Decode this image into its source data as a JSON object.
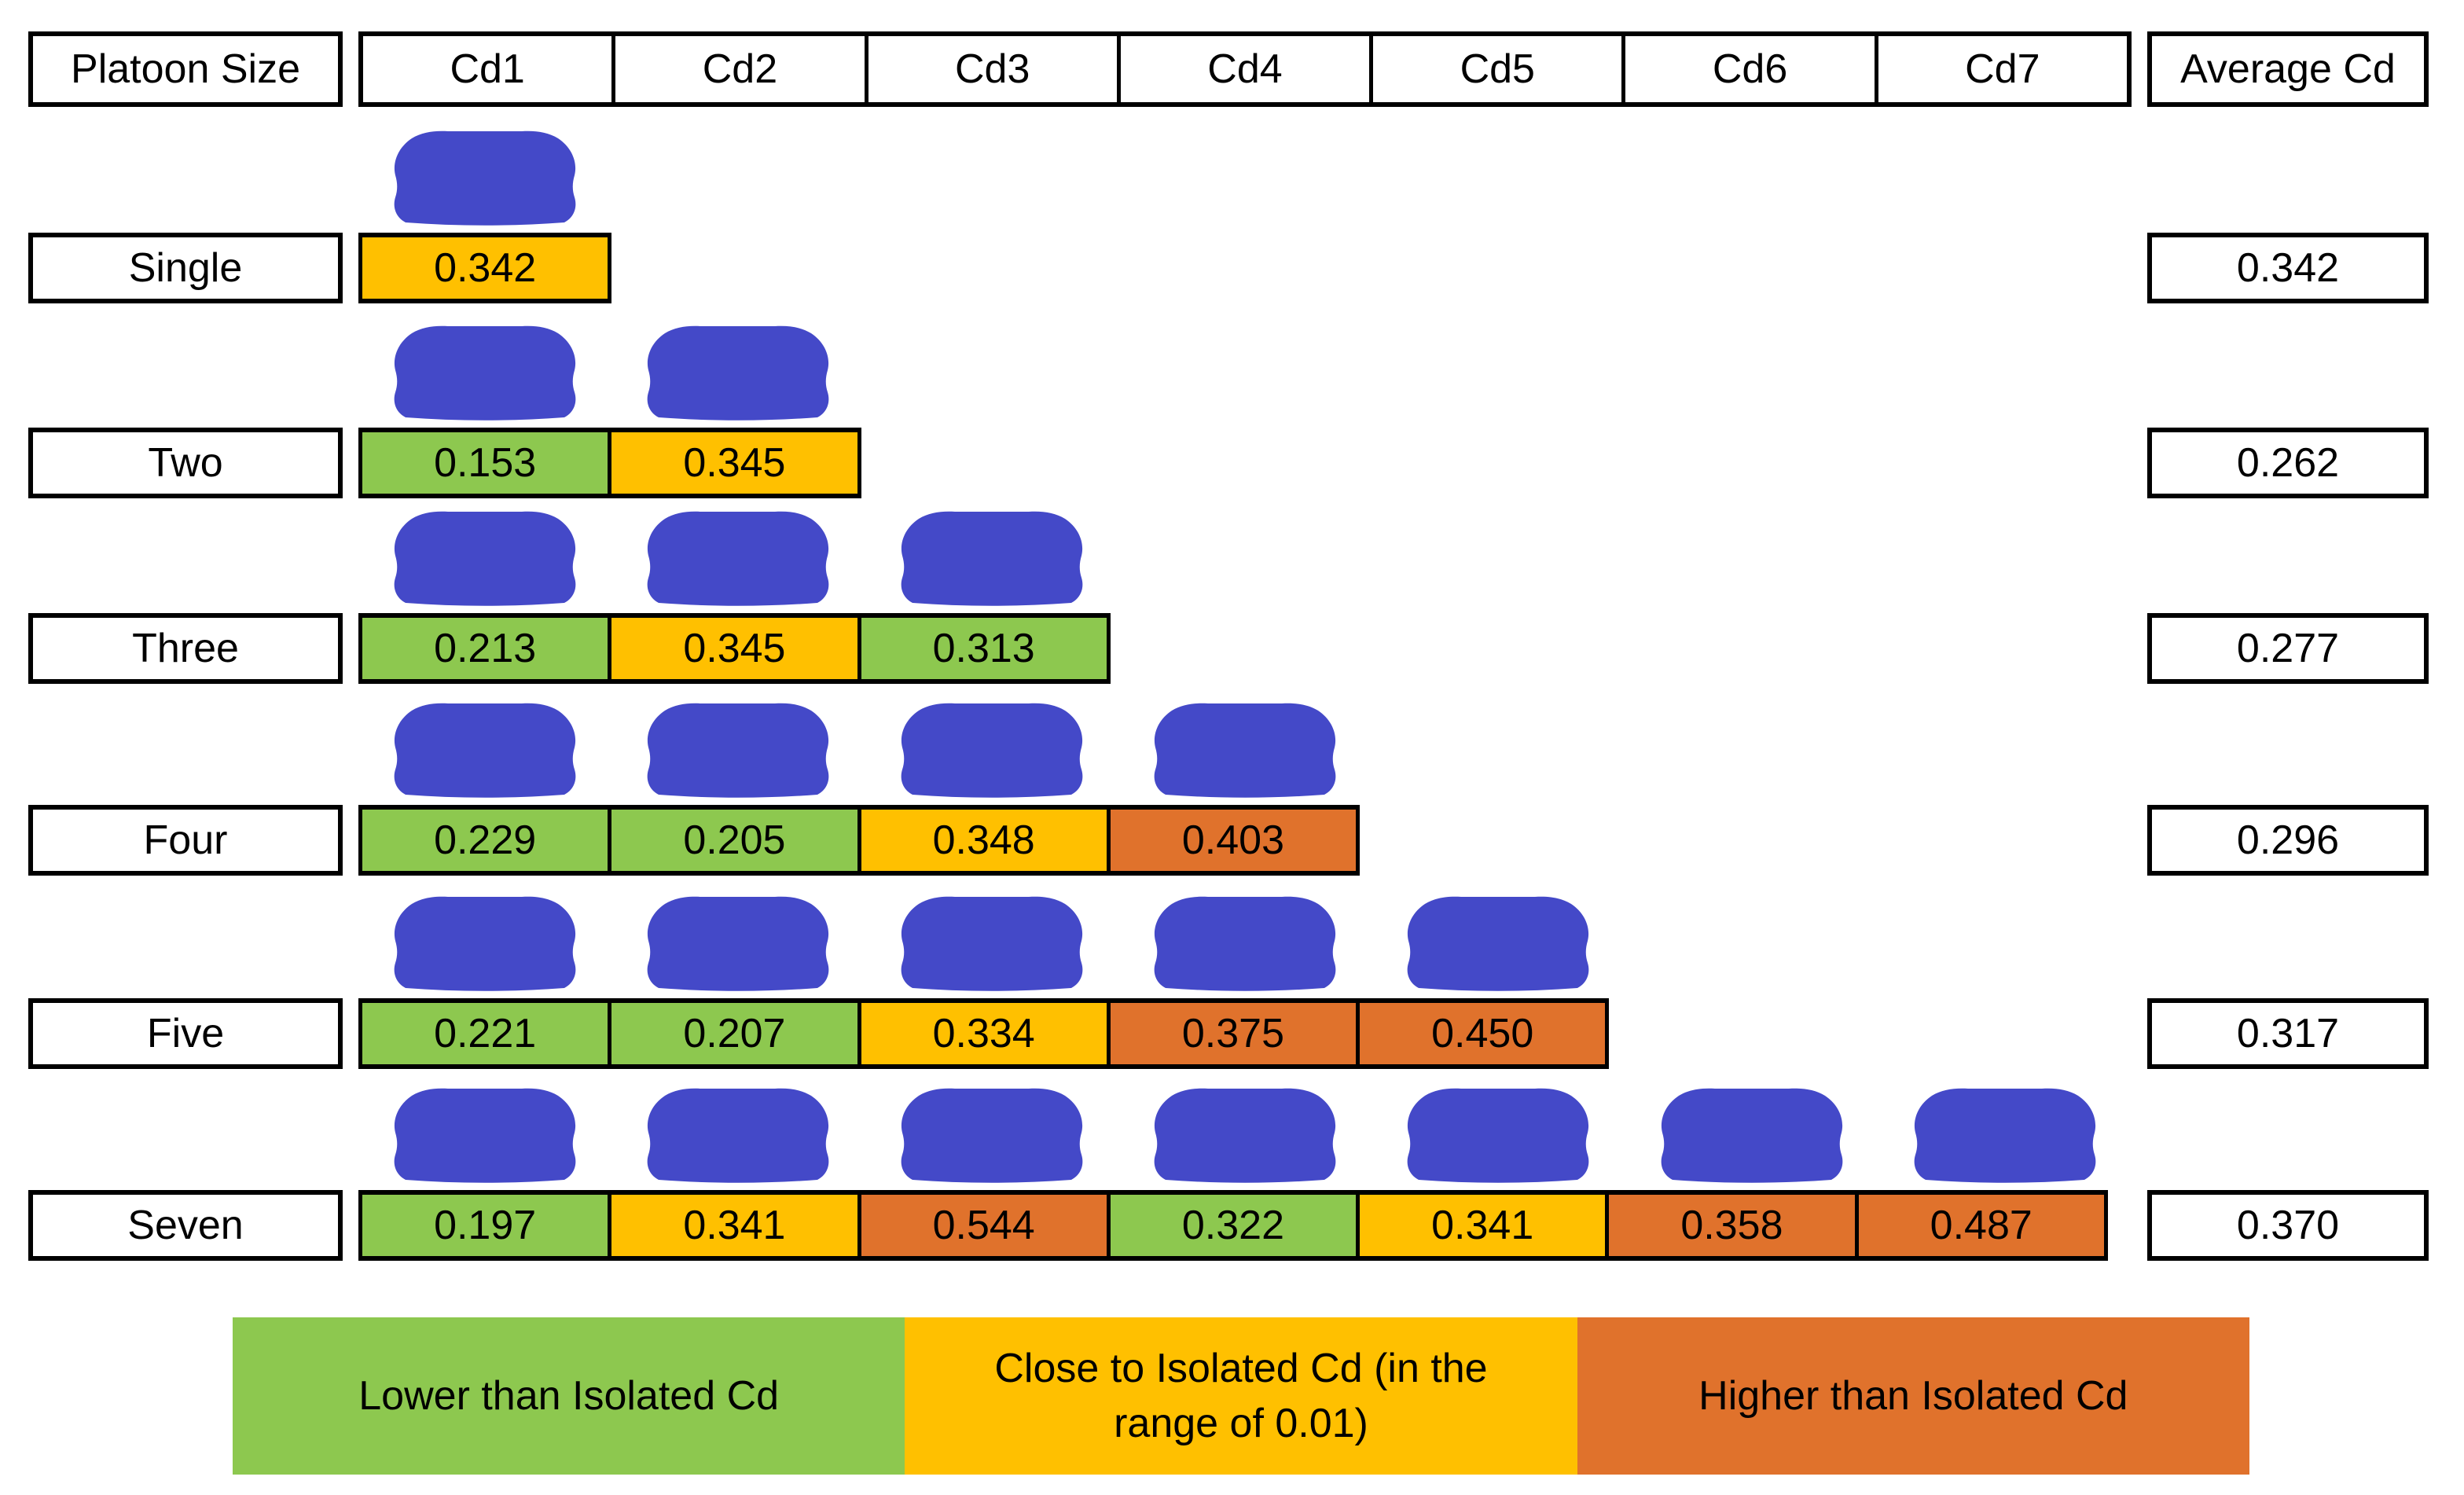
{
  "header": {
    "platoon_size_label": "Platoon Size",
    "cd_columns": [
      "Cd1",
      "Cd2",
      "Cd3",
      "Cd4",
      "Cd5",
      "Cd6",
      "Cd7"
    ],
    "average_label": "Average Cd"
  },
  "rows": [
    {
      "label": "Single",
      "values": [
        {
          "value": "0.342",
          "category": "close"
        }
      ],
      "average": "0.342"
    },
    {
      "label": "Two",
      "values": [
        {
          "value": "0.153",
          "category": "lower"
        },
        {
          "value": "0.345",
          "category": "close"
        }
      ],
      "average": "0.262"
    },
    {
      "label": "Three",
      "values": [
        {
          "value": "0.213",
          "category": "lower"
        },
        {
          "value": "0.345",
          "category": "close"
        },
        {
          "value": "0.313",
          "category": "lower"
        }
      ],
      "average": "0.277"
    },
    {
      "label": "Four",
      "values": [
        {
          "value": "0.229",
          "category": "lower"
        },
        {
          "value": "0.205",
          "category": "lower"
        },
        {
          "value": "0.348",
          "category": "close"
        },
        {
          "value": "0.403",
          "category": "higher"
        }
      ],
      "average": "0.296"
    },
    {
      "label": "Five",
      "values": [
        {
          "value": "0.221",
          "category": "lower"
        },
        {
          "value": "0.207",
          "category": "lower"
        },
        {
          "value": "0.334",
          "category": "close"
        },
        {
          "value": "0.375",
          "category": "higher"
        },
        {
          "value": "0.450",
          "category": "higher"
        }
      ],
      "average": "0.317"
    },
    {
      "label": "Seven",
      "values": [
        {
          "value": "0.197",
          "category": "lower"
        },
        {
          "value": "0.341",
          "category": "close"
        },
        {
          "value": "0.544",
          "category": "higher"
        },
        {
          "value": "0.322",
          "category": "lower"
        },
        {
          "value": "0.341",
          "category": "close"
        },
        {
          "value": "0.358",
          "category": "higher"
        },
        {
          "value": "0.487",
          "category": "higher"
        }
      ],
      "average": "0.370"
    }
  ],
  "legend": [
    {
      "label": "Lower than Isolated Cd",
      "category": "lower",
      "color": "#8DC84F"
    },
    {
      "label": "Close to Isolated Cd (in the range of 0.01)",
      "category": "close",
      "color": "#FFC000"
    },
    {
      "label": "Higher than Isolated Cd",
      "category": "higher",
      "color": "#E0722C"
    }
  ],
  "colors": {
    "lower": "#8DC84F",
    "close": "#FFC000",
    "higher": "#E0722C",
    "car": "#4449C8",
    "border": "#000000"
  },
  "chart_data": {
    "type": "table",
    "columns": [
      "Platoon Size",
      "Cd1",
      "Cd2",
      "Cd3",
      "Cd4",
      "Cd5",
      "Cd6",
      "Cd7",
      "Average Cd"
    ],
    "rows": [
      {
        "platoon_size": "Single",
        "cd_values": [
          0.342
        ],
        "cd_categories": [
          "close"
        ],
        "average_cd": 0.342
      },
      {
        "platoon_size": "Two",
        "cd_values": [
          0.153,
          0.345
        ],
        "cd_categories": [
          "lower",
          "close"
        ],
        "average_cd": 0.262
      },
      {
        "platoon_size": "Three",
        "cd_values": [
          0.213,
          0.345,
          0.313
        ],
        "cd_categories": [
          "lower",
          "close",
          "lower"
        ],
        "average_cd": 0.277
      },
      {
        "platoon_size": "Four",
        "cd_values": [
          0.229,
          0.205,
          0.348,
          0.403
        ],
        "cd_categories": [
          "lower",
          "lower",
          "close",
          "higher"
        ],
        "average_cd": 0.296
      },
      {
        "platoon_size": "Five",
        "cd_values": [
          0.221,
          0.207,
          0.334,
          0.375,
          0.45
        ],
        "cd_categories": [
          "lower",
          "lower",
          "close",
          "higher",
          "higher"
        ],
        "average_cd": 0.317
      },
      {
        "platoon_size": "Seven",
        "cd_values": [
          0.197,
          0.341,
          0.544,
          0.322,
          0.341,
          0.358,
          0.487
        ],
        "cd_categories": [
          "lower",
          "close",
          "higher",
          "lower",
          "close",
          "higher",
          "higher"
        ],
        "average_cd": 0.37
      }
    ],
    "legend": [
      {
        "label": "Lower than Isolated Cd",
        "color": "#8DC84F"
      },
      {
        "label": "Close to Isolated Cd (in the range of 0.01)",
        "color": "#FFC000"
      },
      {
        "label": "Higher than Isolated Cd",
        "color": "#E0722C"
      }
    ],
    "notes": "Color of each Cd cell categorizes it versus the isolated (single vehicle) Cd of 0.342; blue car icon drawn above each Cd cell"
  }
}
